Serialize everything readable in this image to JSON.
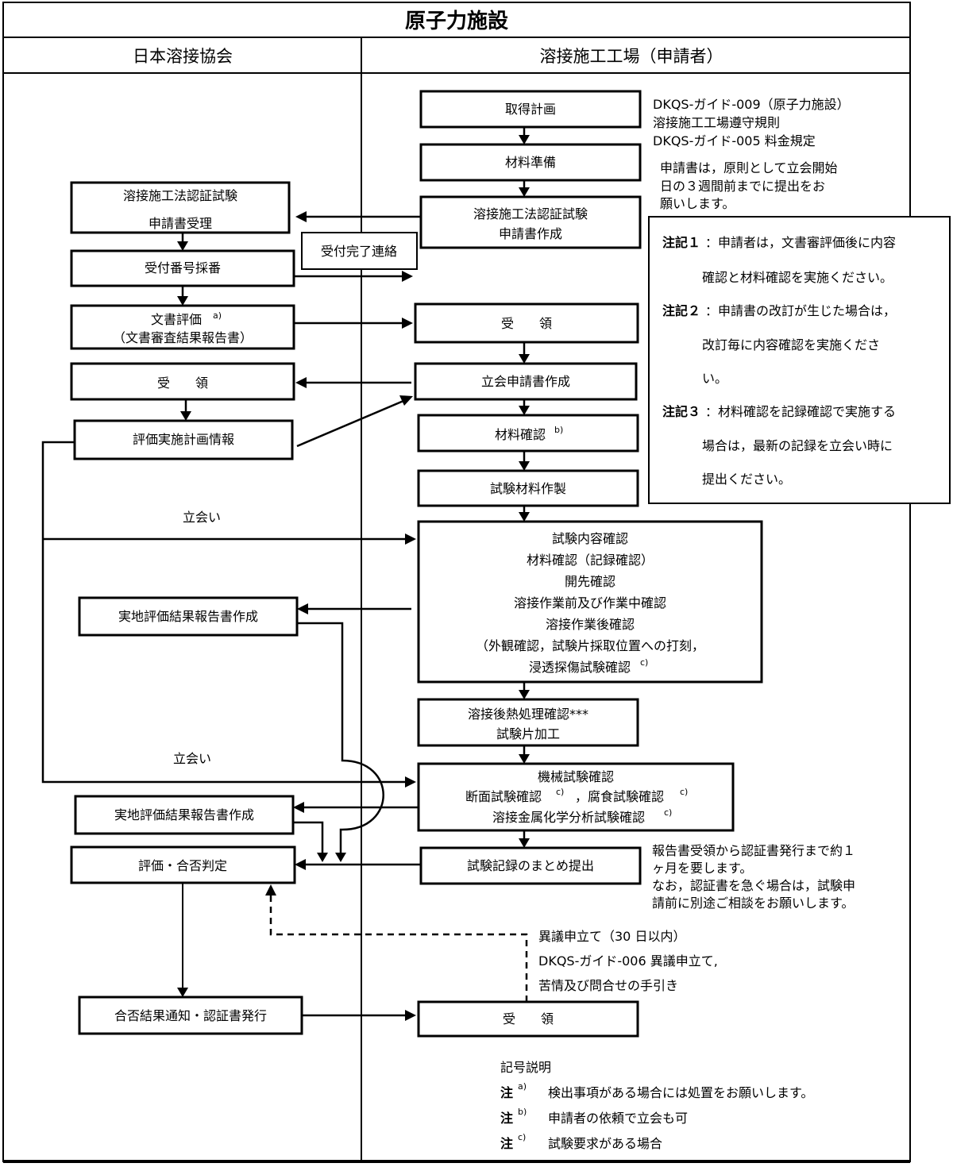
{
  "title": "原子力施設",
  "lanes": {
    "left": "日本溶接協会",
    "right": "溶接施工工場（申請者）"
  },
  "left_boxes": {
    "application_receipt": [
      "溶接施工法認証試験",
      "申請書受理"
    ],
    "number_assignment": "受付番号採番",
    "document_evaluation": [
      "文書評価",
      "（文書審査結果報告書）"
    ],
    "document_evaluation_sup": "a)",
    "receipt": "受　　領",
    "evaluation_plan": "評価実施計画情報",
    "field_report_1": "実地評価結果報告書作成",
    "field_report_2": "実地評価結果報告書作成",
    "judgement": "評価・合否判定",
    "result_notice": "合否結果通知・認証書発行"
  },
  "center_box": "受付完了連絡",
  "right_boxes": {
    "plan": "取得計画",
    "material_prep": "材料準備",
    "application_creation": [
      "溶接施工法認証試験",
      "申請書作成"
    ],
    "receipt_1": "受　　領",
    "witness_application": "立会申請書作成",
    "material_check": "材料確認",
    "material_check_sup": "b)",
    "test_material": "試験材料作製",
    "test_content": [
      "試験内容確認",
      "材料確認（記録確認）",
      "開先確認",
      "溶接作業前及び作業中確認",
      "溶接作業後確認",
      "（外観確認，試験片採取位置への打刻，",
      "浸透探傷試験確認"
    ],
    "test_content_sup": "c)",
    "pwht": [
      "溶接後熱処理確認***",
      "試験片加工"
    ],
    "mechanical": [
      "機械試験確認",
      "断面試験確認",
      "，腐食試験確認",
      "溶接金属化学分析試験確認"
    ],
    "mechanical_sup": "c)",
    "record_submit": "試験記録のまとめ提出",
    "receipt_2": "受　　領"
  },
  "labels": {
    "witness_1": "立会い",
    "witness_2": "立会い"
  },
  "guide_text": [
    "DKQS-ガイド-009（原子力施設）",
    "溶接施工工場遵守規則",
    "DKQS-ガイド-005 料金規定"
  ],
  "deadline_text": [
    "申請書は，原則として立会開始",
    "日の３週間前までに提出をお",
    "願いします。"
  ],
  "notes_box": {
    "note1_label": "注記１",
    "note1_lines": [
      "：申請者は，文書審評価後に内容",
      "確認と材料確認を実施ください。"
    ],
    "note2_label": "注記２",
    "note2_lines": [
      "：申請書の改訂が生じた場合は，",
      "改訂毎に内容確認を実施くださ",
      "い。"
    ],
    "note3_label": "注記３",
    "note3_lines": [
      "：材料確認を記録確認で実施する",
      "場合は，最新の記録を立会い時に",
      "提出ください。"
    ]
  },
  "report_text": [
    "報告書受領から認証書発行まで約１",
    "ヶ月を要します。",
    "なお，認証書を急ぐ場合は，試験申",
    "請前に別途ご相談をお願いします。"
  ],
  "objection_text": [
    "異議申立て（30 日以内）",
    "DKQS-ガイド-006 異議申立て,",
    "苦情及び問合せの手引き"
  ],
  "legend": {
    "title": "記号説明",
    "items": [
      {
        "mark": "注",
        "sup": "a)",
        "text": "検出事項がある場合には処置をお願いします。"
      },
      {
        "mark": "注",
        "sup": "b)",
        "text": "申請者の依頼で立会も可"
      },
      {
        "mark": "注",
        "sup": "c)",
        "text": "試験要求がある場合"
      }
    ]
  }
}
